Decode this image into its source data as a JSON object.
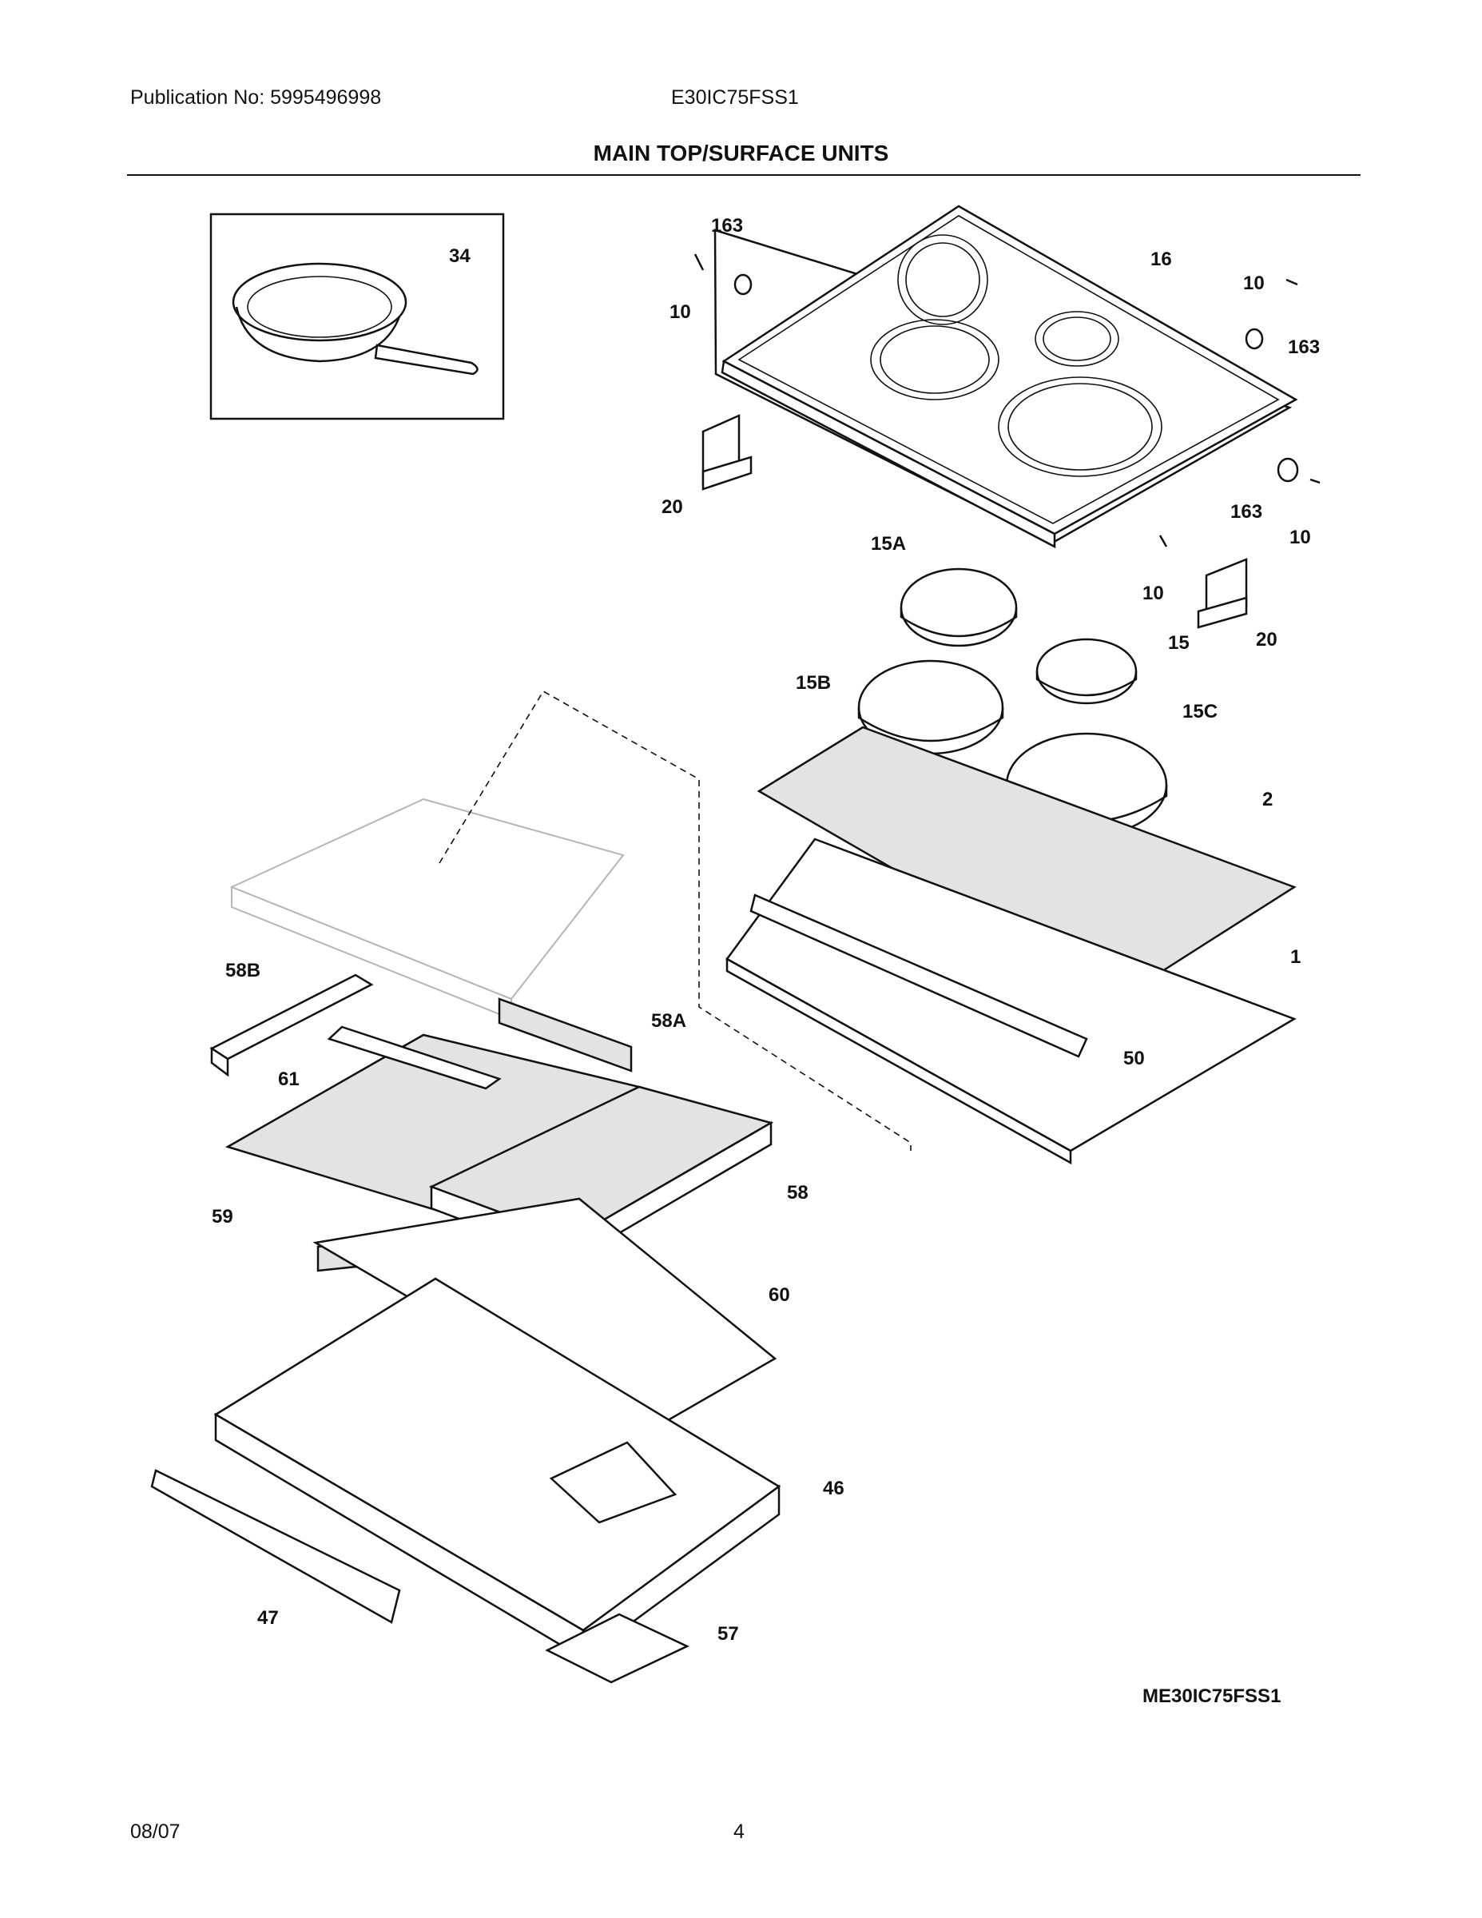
{
  "header": {
    "publication": "Publication No: 5995496998",
    "model": "E30IC75FSS1",
    "title": "MAIN TOP/SURFACE UNITS"
  },
  "diagram": {
    "code": "ME30IC75FSS1",
    "callouts": {
      "c34": "34",
      "c163a": "163",
      "c10a": "10",
      "c16": "16",
      "c10b": "10",
      "c163b": "163",
      "c20a": "20",
      "c163c": "163",
      "c10c": "10",
      "c10d": "10",
      "c20b": "20",
      "c15A": "15A",
      "c15": "15",
      "c15B": "15B",
      "c15C": "15C",
      "c2": "2",
      "c1": "1",
      "c50": "50",
      "c58B": "58B",
      "c58A": "58A",
      "c61": "61",
      "c58": "58",
      "c59": "59",
      "c60": "60",
      "c46": "46",
      "c47": "47",
      "c57": "57"
    }
  },
  "footer": {
    "date": "08/07",
    "page": "4"
  }
}
